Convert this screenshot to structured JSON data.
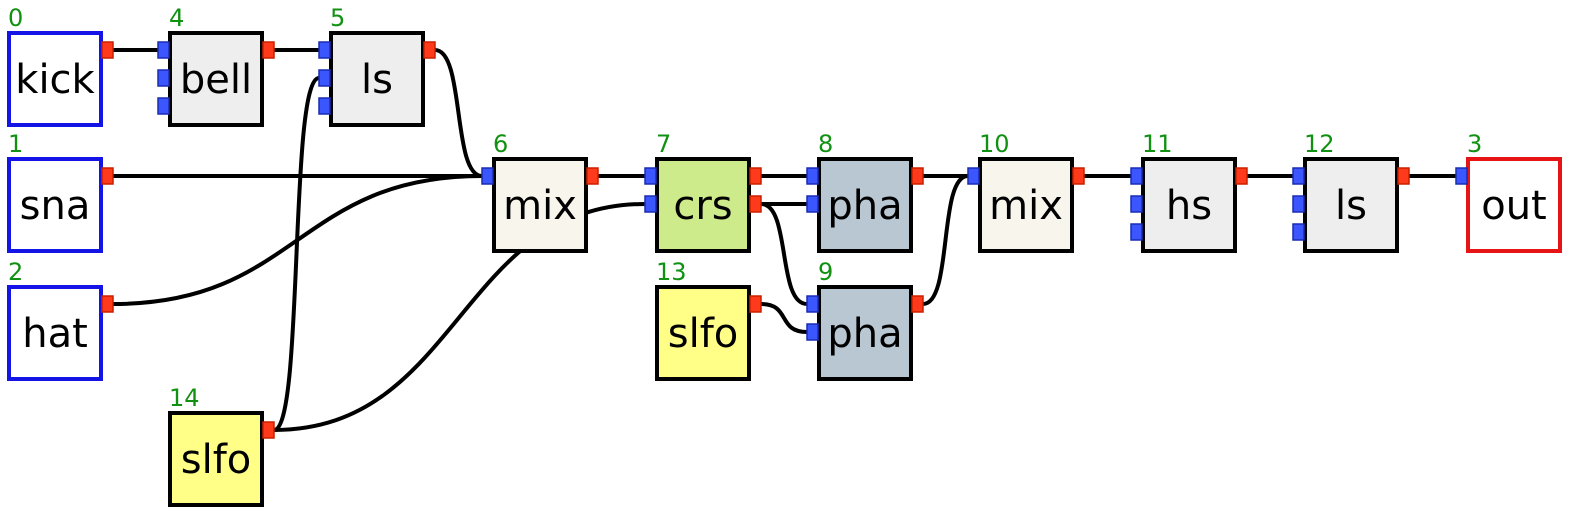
{
  "colors": {
    "source_border": "#1414e6",
    "sink_border": "#e61414",
    "node_border": "#000000",
    "id_text": "#119111",
    "input_port": "#3b56ff",
    "output_port": "#ff3a1a"
  },
  "nodes": [
    {
      "id": "0",
      "label": "kick",
      "kind": "source",
      "fill": "#ffffff",
      "inputs": 0,
      "outputs": 1
    },
    {
      "id": "4",
      "label": "bell",
      "kind": "effect",
      "fill": "#eeeeee",
      "inputs": 3,
      "outputs": 1
    },
    {
      "id": "5",
      "label": "ls",
      "kind": "effect",
      "fill": "#eeeeee",
      "inputs": 3,
      "outputs": 1
    },
    {
      "id": "1",
      "label": "sna",
      "kind": "source",
      "fill": "#ffffff",
      "inputs": 0,
      "outputs": 1
    },
    {
      "id": "2",
      "label": "hat",
      "kind": "source",
      "fill": "#ffffff",
      "inputs": 0,
      "outputs": 1
    },
    {
      "id": "14",
      "label": "slfo",
      "kind": "lfo",
      "fill": "#ffff88",
      "inputs": 0,
      "outputs": 1
    },
    {
      "id": "6",
      "label": "mix",
      "kind": "mixer",
      "fill": "#f7f5ec",
      "inputs": 1,
      "outputs": 1
    },
    {
      "id": "7",
      "label": "crs",
      "kind": "effect",
      "fill": "#cdeb8b",
      "inputs": 2,
      "outputs": 2
    },
    {
      "id": "13",
      "label": "slfo",
      "kind": "lfo",
      "fill": "#ffff88",
      "inputs": 0,
      "outputs": 1
    },
    {
      "id": "8",
      "label": "pha",
      "kind": "effect",
      "fill": "#b8c7d2",
      "inputs": 2,
      "outputs": 1
    },
    {
      "id": "9",
      "label": "pha",
      "kind": "effect",
      "fill": "#b8c7d2",
      "inputs": 2,
      "outputs": 1
    },
    {
      "id": "10",
      "label": "mix",
      "kind": "mixer",
      "fill": "#f7f5ec",
      "inputs": 1,
      "outputs": 1
    },
    {
      "id": "11",
      "label": "hs",
      "kind": "effect",
      "fill": "#eeeeee",
      "inputs": 3,
      "outputs": 1
    },
    {
      "id": "12",
      "label": "ls",
      "kind": "effect",
      "fill": "#eeeeee",
      "inputs": 3,
      "outputs": 1
    },
    {
      "id": "3",
      "label": "out",
      "kind": "sink",
      "fill": "#ffffff",
      "inputs": 1,
      "outputs": 0
    }
  ],
  "connections": [
    {
      "from": "0",
      "from_port": 0,
      "to": "4",
      "to_port": 0
    },
    {
      "from": "4",
      "from_port": 0,
      "to": "5",
      "to_port": 0
    },
    {
      "from": "5",
      "from_port": 0,
      "to": "6",
      "to_port": 0
    },
    {
      "from": "1",
      "from_port": 0,
      "to": "6",
      "to_port": 0
    },
    {
      "from": "2",
      "from_port": 0,
      "to": "6",
      "to_port": 0
    },
    {
      "from": "14",
      "from_port": 0,
      "to": "5",
      "to_port": 1
    },
    {
      "from": "14",
      "from_port": 0,
      "to": "7",
      "to_port": 1
    },
    {
      "from": "6",
      "from_port": 0,
      "to": "7",
      "to_port": 0
    },
    {
      "from": "7",
      "from_port": 0,
      "to": "8",
      "to_port": 0
    },
    {
      "from": "7",
      "from_port": 1,
      "to": "8",
      "to_port": 1
    },
    {
      "from": "7",
      "from_port": 1,
      "to": "9",
      "to_port": 0
    },
    {
      "from": "13",
      "from_port": 0,
      "to": "9",
      "to_port": 1
    },
    {
      "from": "8",
      "from_port": 0,
      "to": "10",
      "to_port": 0
    },
    {
      "from": "9",
      "from_port": 0,
      "to": "10",
      "to_port": 0
    },
    {
      "from": "10",
      "from_port": 0,
      "to": "11",
      "to_port": 0
    },
    {
      "from": "11",
      "from_port": 0,
      "to": "12",
      "to_port": 0
    },
    {
      "from": "12",
      "from_port": 0,
      "to": "3",
      "to_port": 0
    }
  ]
}
